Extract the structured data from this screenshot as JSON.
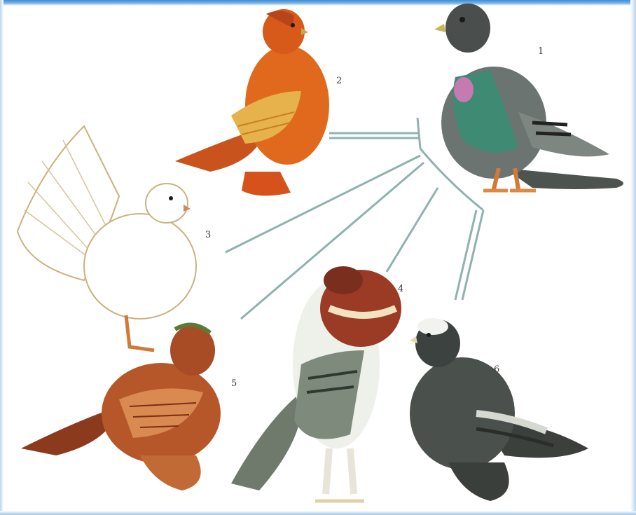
{
  "figure": {
    "labels": [
      "1",
      "2",
      "3",
      "4",
      "5",
      "6"
    ]
  }
}
